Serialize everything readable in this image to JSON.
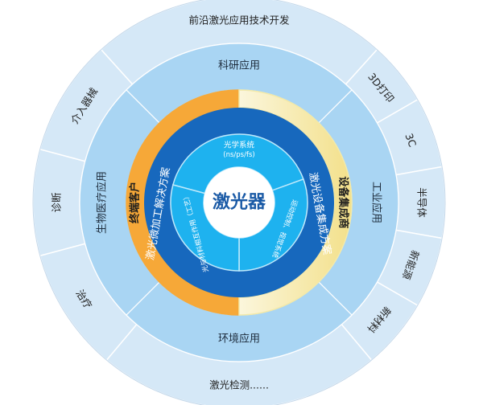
{
  "center": {
    "label": "激光器"
  },
  "inner_ring": [
    {
      "label": "光学系统",
      "sub": "(ns/ps/fs)"
    },
    {
      "label": "运动控制、视觉系统"
    },
    {
      "label": "光与材料相互作用（工艺）"
    }
  ],
  "solution_ring": {
    "left": "激光微加工解决方案",
    "right": "激光设备集成方案"
  },
  "customer_ring": {
    "left": "终端客户",
    "right": "设备集成商"
  },
  "application_ring": [
    {
      "label": "科研应用"
    },
    {
      "label": "工业应用"
    },
    {
      "label": "环境应用"
    },
    {
      "label": "生物医疗应用"
    }
  ],
  "outer_ring": [
    {
      "label": "前沿激光应用技术开发"
    },
    {
      "label": "3D打印"
    },
    {
      "label": "3C"
    },
    {
      "label": "半导体"
    },
    {
      "label": "新能源"
    },
    {
      "label": "新材料"
    },
    {
      "label": "激光检测......"
    },
    {
      "label": "治疗"
    },
    {
      "label": "诊断"
    },
    {
      "label": "介入器械"
    }
  ],
  "colors": {
    "outer": "#d5e8f7",
    "application": "#a9d5f3",
    "customer_left": "#f6a838",
    "customer_right": "#f6ecb3",
    "solution": "#1768bd",
    "inner": "#1eb2ef",
    "center_text": "#1a5aa6"
  }
}
